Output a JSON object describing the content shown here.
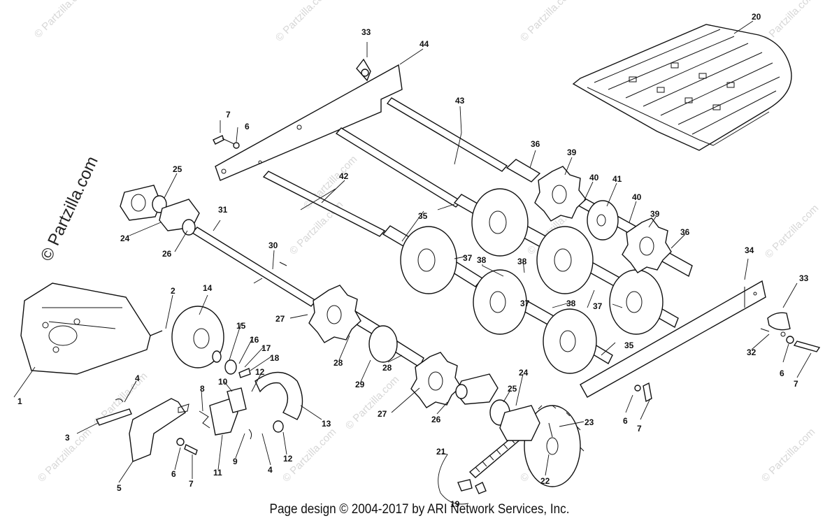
{
  "watermark": {
    "logo_text": "© Partzilla.com",
    "tile_text": "© Partzilla.com"
  },
  "footer": {
    "text": "Page design © 2004-2017 by ARI Network Services, Inc."
  },
  "callouts": [
    "1",
    "2",
    "3",
    "4",
    "5",
    "6",
    "7",
    "8",
    "9",
    "10",
    "11",
    "12",
    "13",
    "14",
    "15",
    "16",
    "17",
    "18",
    "19",
    "20",
    "21",
    "22",
    "23",
    "24",
    "25",
    "26",
    "27",
    "28",
    "29",
    "30",
    "31",
    "32",
    "33",
    "34",
    "35",
    "36",
    "37",
    "38",
    "39",
    "40",
    "41",
    "42",
    "43",
    "44"
  ],
  "colors": {
    "ink": "#111111",
    "watermark": "#d7d7d7",
    "background": "#ffffff"
  }
}
